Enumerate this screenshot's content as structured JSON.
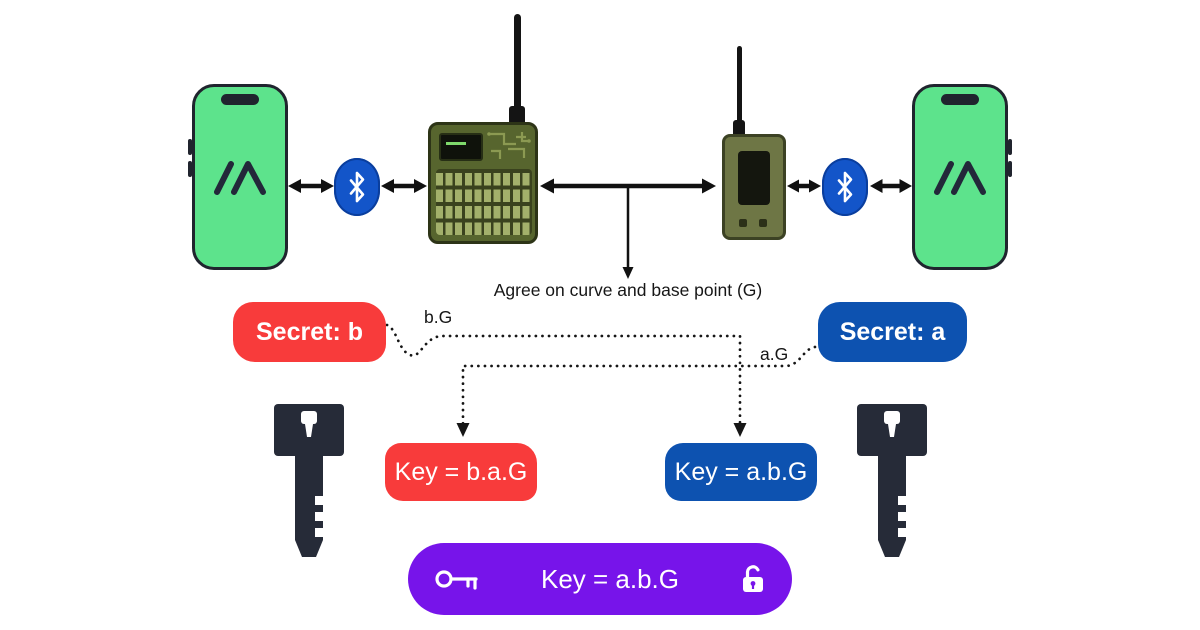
{
  "title": "Diffie-Hellman key exchange over mesh radios",
  "colors": {
    "background": "#ffffff",
    "phone_screen_green": "#5de38c",
    "device_dark": "#20242e",
    "bluetooth_blue": "#1355c9",
    "secret_b_red": "#f83b3b",
    "secret_a_blue": "#0d52b0",
    "dark_key": "#262b38",
    "final_key_purple": "#7714ea",
    "radio_olive": "#57652e",
    "arrow_black": "#111111"
  },
  "annotation": {
    "agree_label": "Agree on curve and base point (G)",
    "bg_label": "b.G",
    "ag_label": "a.G"
  },
  "boxes": {
    "secret_b": "Secret: b",
    "secret_a": "Secret: a",
    "key_b": "Key = b.a.G",
    "key_a": "Key = a.b.G",
    "key_final": "Key = a.b.G"
  },
  "icons": {
    "bluetooth": "bluetooth-icon",
    "phone_logo": "mesh-logo-icon",
    "dark_key": "key-icon",
    "final_key": "key-outline-icon",
    "final_unlock": "unlock-open-icon"
  }
}
